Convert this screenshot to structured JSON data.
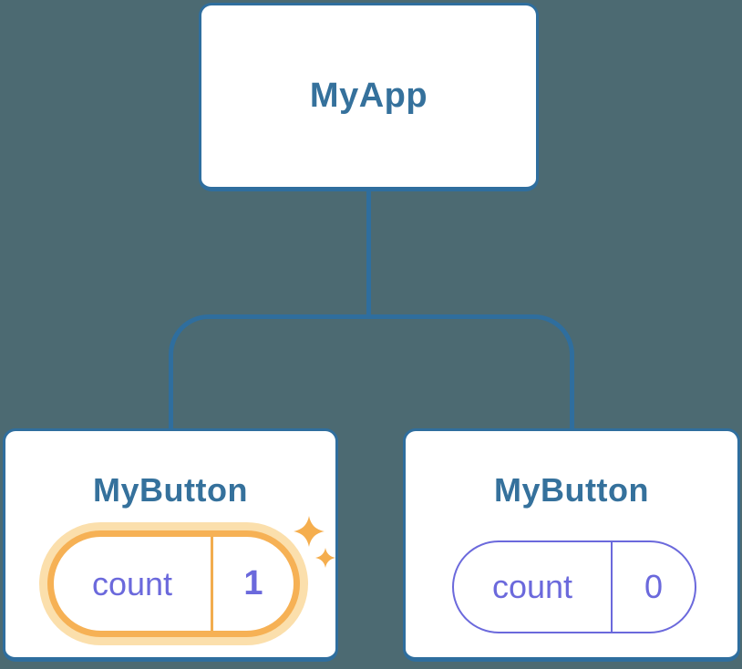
{
  "colors": {
    "background": "#4C6A72",
    "connector_blue": "#2F6E9E",
    "node_title_blue": "#35719C",
    "state_purple": "#6B69DC",
    "highlight_orange": "#F6B155",
    "highlight_halo": "#FBDFAC",
    "sparkle_orange": "#F5AE4E"
  },
  "tree": {
    "root": {
      "label": "MyApp"
    },
    "children": [
      {
        "label": "MyButton",
        "highlighted": true,
        "state": {
          "key": "count",
          "value": "1"
        }
      },
      {
        "label": "MyButton",
        "highlighted": false,
        "state": {
          "key": "count",
          "value": "0"
        }
      }
    ]
  }
}
